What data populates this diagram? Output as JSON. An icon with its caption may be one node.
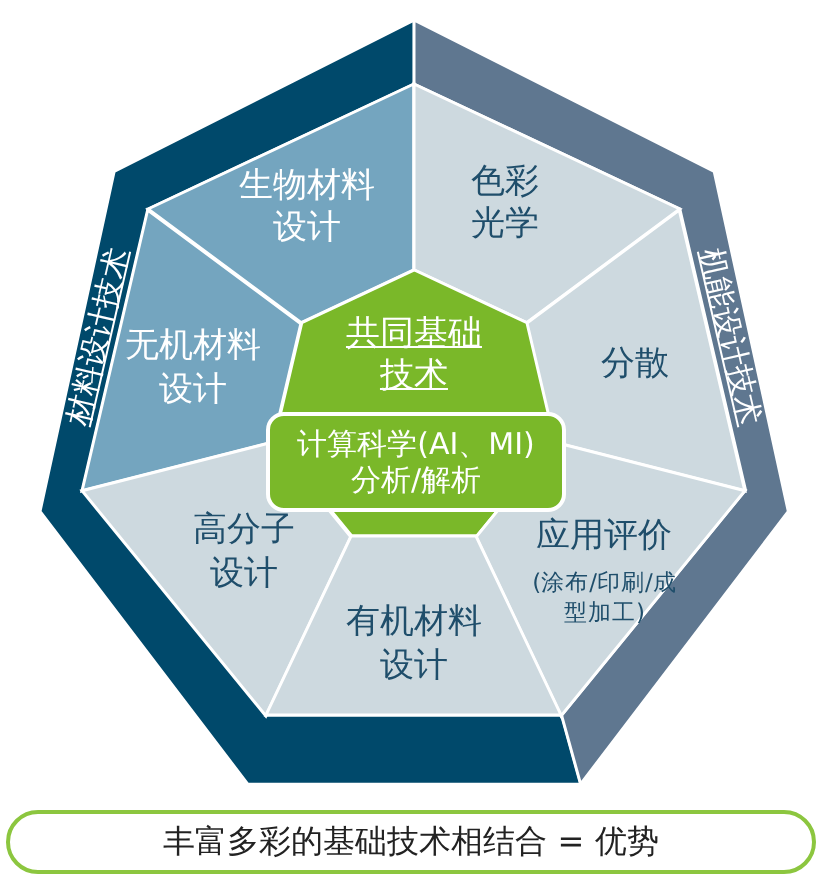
{
  "diagram": {
    "nodes": [
      {
        "text": [
          "材料设计技术"
        ]
      },
      {
        "text": [
          "机能设计技术"
        ]
      },
      {
        "text": [
          "生物材料设计"
        ]
      },
      {
        "text": [
          "色彩光学"
        ]
      },
      {
        "text": [
          "无机材料设计"
        ]
      },
      {
        "text": [
          "分散"
        ]
      },
      {
        "text": [
          "共同基础技术"
        ]
      },
      {
        "text": [
          "计算科学(AI、MI)分析/解析"
        ]
      },
      {
        "text": [
          "高分子设计"
        ]
      },
      {
        "text": [
          "应用评价",
          "(涂布/印刷/成型加工)"
        ]
      },
      {
        "text": [
          "有机材料设计"
        ]
      },
      {
        "text": [
          "丰富多彩的基础技术相结合 = 优势"
        ]
      }
    ],
    "edges": []
  }
}
